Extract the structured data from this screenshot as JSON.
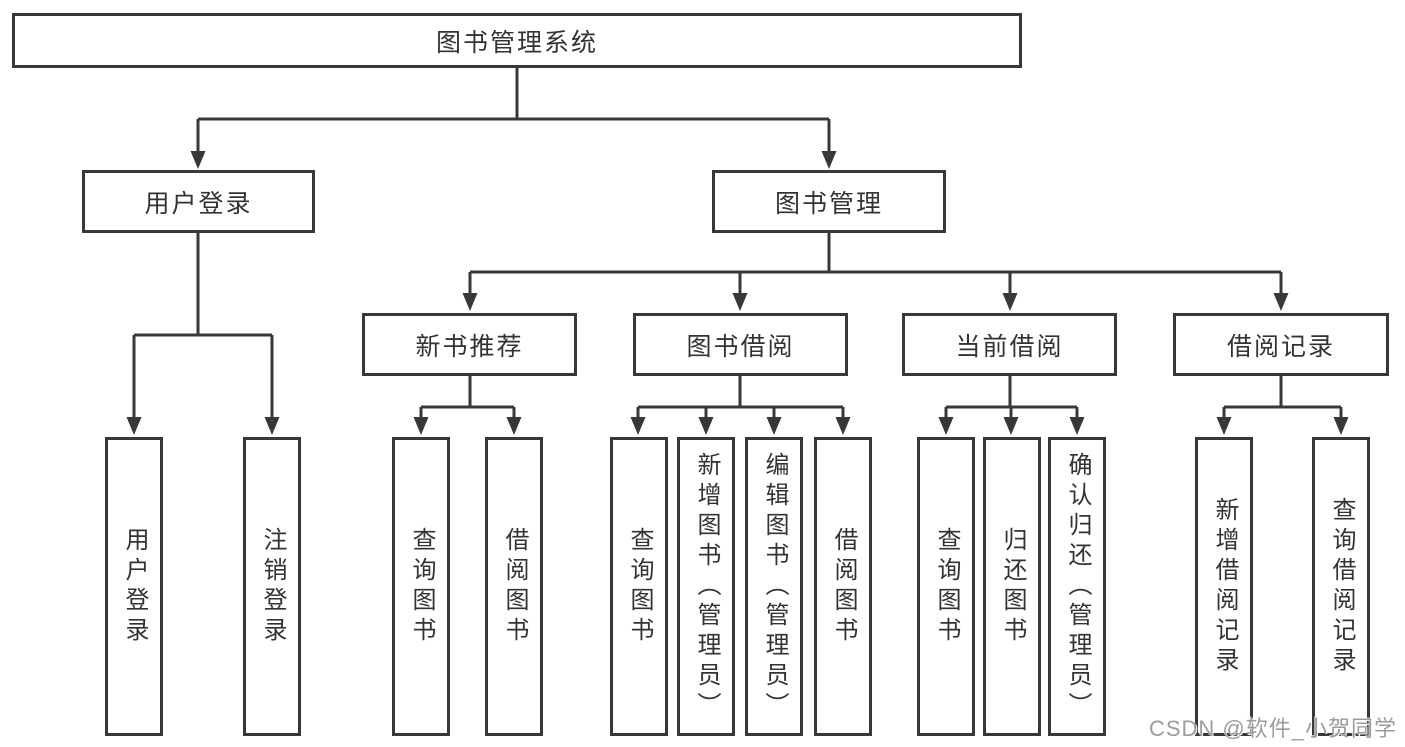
{
  "diagram": {
    "type": "hierarchy-tree",
    "orientation": "top-down",
    "colors": {
      "line": "#383838",
      "node_border": "#383838",
      "node_background": "#ffffff",
      "text": "#333333",
      "watermark_text": "#9c9c9c"
    }
  },
  "tree": {
    "label": "图书管理系统",
    "children": [
      {
        "label": "用户登录",
        "children": [
          {
            "label": "用户登录"
          },
          {
            "label": "注销登录"
          }
        ]
      },
      {
        "label": "图书管理",
        "children": [
          {
            "label": "新书推荐",
            "children": [
              {
                "label": "查询图书"
              },
              {
                "label": "借阅图书"
              }
            ]
          },
          {
            "label": "图书借阅",
            "children": [
              {
                "label": "查询图书"
              },
              {
                "label": "新增图书（管理员）"
              },
              {
                "label": "编辑图书（管理员）"
              },
              {
                "label": "借阅图书"
              }
            ]
          },
          {
            "label": "当前借阅",
            "children": [
              {
                "label": "查询图书"
              },
              {
                "label": "归还图书"
              },
              {
                "label": "确认归还（管理员）"
              }
            ]
          },
          {
            "label": "借阅记录",
            "children": [
              {
                "label": "新增借阅记录"
              },
              {
                "label": "查询借阅记录"
              }
            ]
          }
        ]
      }
    ]
  },
  "watermark": {
    "text": "CSDN @软件_小贺同学"
  }
}
